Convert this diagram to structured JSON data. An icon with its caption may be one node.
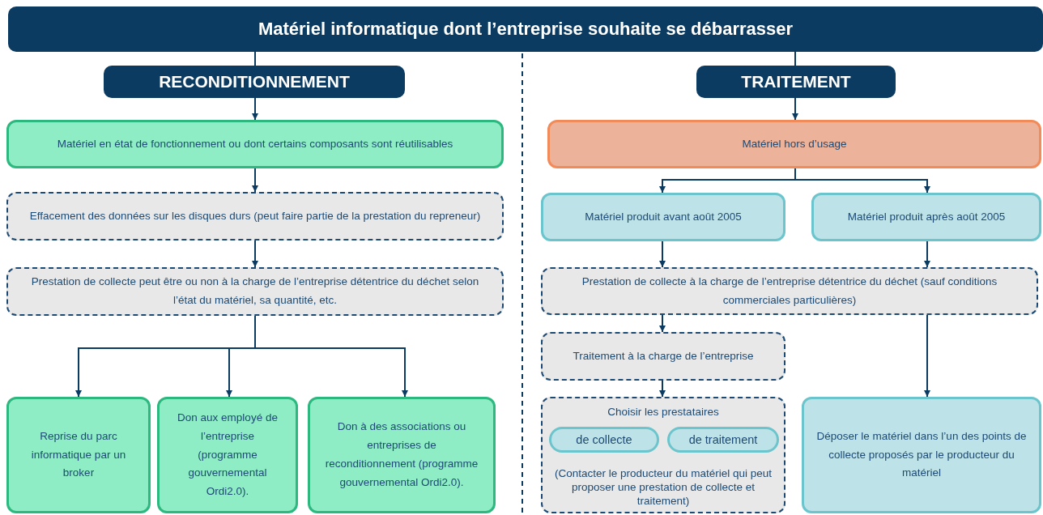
{
  "diagram": {
    "nodes": [
      {
        "text": [
          "Matériel informatique dont l’entreprise souhaite se débarrasser"
        ]
      },
      {
        "text": [
          "RECONDITIONNEMENT"
        ]
      },
      {
        "text": [
          "TRAITEMENT"
        ]
      },
      {
        "text": [
          "Matériel en état de fonctionnement ou dont certains composants sont réutilisables"
        ]
      },
      {
        "text": [
          "Effacement des données sur les disques durs (peut faire partie de la prestation du repreneur)"
        ]
      },
      {
        "text": [
          "Prestation de collecte peut être ou non à la charge de l’entreprise détentrice du déchet selon l’état du matériel, sa quantité, etc."
        ]
      },
      {
        "text": [
          "Reprise du parc informatique par un broker"
        ]
      },
      {
        "text": [
          "Don aux employé de l’entreprise (programme gouvernemental Ordi2.0)."
        ]
      },
      {
        "text": [
          "Don à des associations ou entreprises de reconditionnement (programme gouvernemental Ordi2.0)."
        ]
      },
      {
        "text": [
          "Matériel hors d’usage"
        ]
      },
      {
        "text": [
          "Matériel produit avant août 2005"
        ]
      },
      {
        "text": [
          "Matériel produit après août 2005"
        ]
      },
      {
        "text": [
          "Prestation de collecte à la charge de l’entreprise détentrice du déchet (sauf conditions commerciales particulières)"
        ]
      },
      {
        "text": [
          "Traitement à la charge de l’entreprise"
        ]
      },
      {
        "text": [
          "Choisir les prestataires",
          "(Contacter le producteur du matériel qui peut proposer une prestation de collecte et traitement)"
        ]
      },
      {
        "text": [
          "de collecte"
        ],
        "in": 14
      },
      {
        "text": [
          "de traitement"
        ],
        "in": 14
      },
      {
        "text": [
          "Déposer le matériel dans l’un des points de collecte proposés par le producteur du matériel"
        ]
      }
    ],
    "edges": [
      {
        "from": 0,
        "to": 1,
        "arrow": "none"
      },
      {
        "from": 0,
        "to": 2,
        "arrow": "none"
      },
      {
        "from": 1,
        "to": 3,
        "arrow": "to"
      },
      {
        "from": 3,
        "to": 4,
        "arrow": "to"
      },
      {
        "from": 4,
        "to": 5,
        "arrow": "to"
      },
      {
        "from": 5,
        "to": 6,
        "arrow": "to"
      },
      {
        "from": 5,
        "to": 7,
        "arrow": "to"
      },
      {
        "from": 5,
        "to": 8,
        "arrow": "to"
      },
      {
        "from": 2,
        "to": 9,
        "arrow": "to"
      },
      {
        "from": 9,
        "to": 10,
        "arrow": "to"
      },
      {
        "from": 9,
        "to": 11,
        "arrow": "to"
      },
      {
        "from": 10,
        "to": 12,
        "arrow": "to"
      },
      {
        "from": 11,
        "to": 12,
        "arrow": "to"
      },
      {
        "from": 12,
        "to": 13,
        "arrow": "to"
      },
      {
        "from": 12,
        "to": 17,
        "arrow": "to"
      },
      {
        "from": 13,
        "to": 14,
        "arrow": "to"
      }
    ]
  }
}
